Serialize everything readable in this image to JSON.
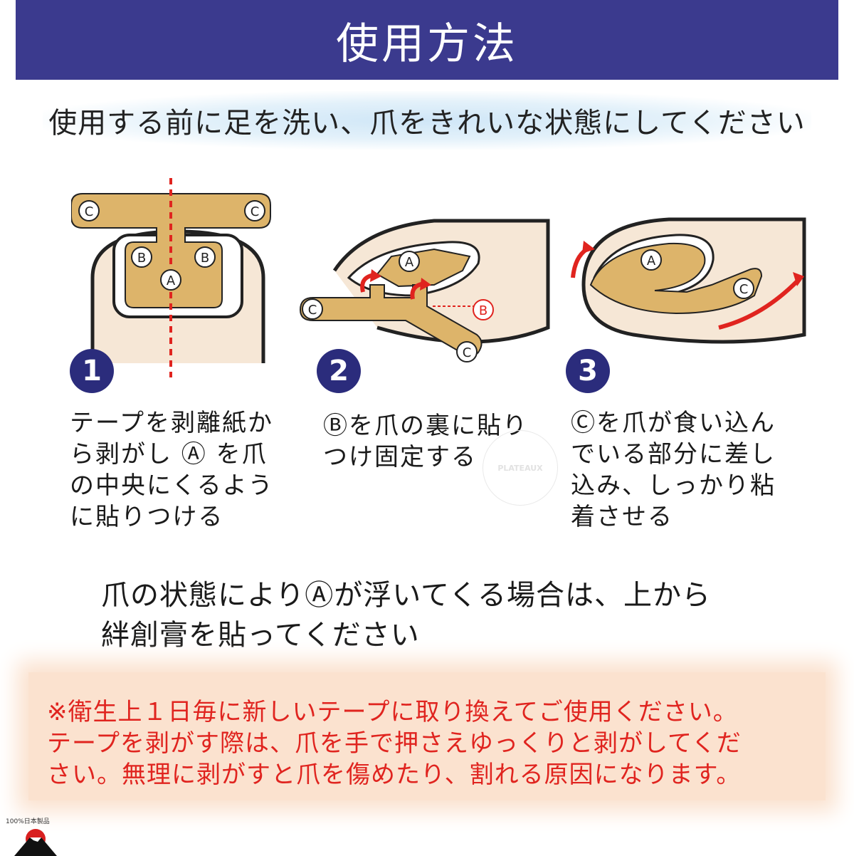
{
  "header": {
    "title": "使用方法"
  },
  "subtitle": "使用する前に足を洗い、爪をきれいな状態にしてください",
  "labels": {
    "a": "A",
    "b": "B",
    "c": "C"
  },
  "steps": [
    {
      "number": "1",
      "text": "テープを剥離紙か\nら剥がし Ⓐ を爪\nの中央にくるよう\nに貼りつける"
    },
    {
      "number": "2",
      "text": "Ⓑを爪の裏に貼り\nつけ固定する"
    },
    {
      "number": "3",
      "text": "Ⓒを爪が食い込ん\nでいる部分に差し\n込み、しっかり粘\n着させる"
    }
  ],
  "note": "爪の状態によりⒶが浮いてくる場合は、上から\n絆創膏を貼ってください",
  "warning": "※衛生上１日毎に新しいテープに取り換えてご使用ください。\nテープを剥がす際は、爪を手で押さえゆっくりと剥がしてくだ\nさい。無理に剥がすと爪を傷めたり、割れる原因になります。",
  "watermark": "PLATEAUX",
  "logo": {
    "text": "100%日本製品"
  },
  "colors": {
    "header_bg": "#3b3a8e",
    "step_circle": "#2b2c7c",
    "tape": "#ddb46a",
    "arrow_red": "#e0241f",
    "warning_text": "#e0241f",
    "warning_bg": "#fbe2cf"
  }
}
